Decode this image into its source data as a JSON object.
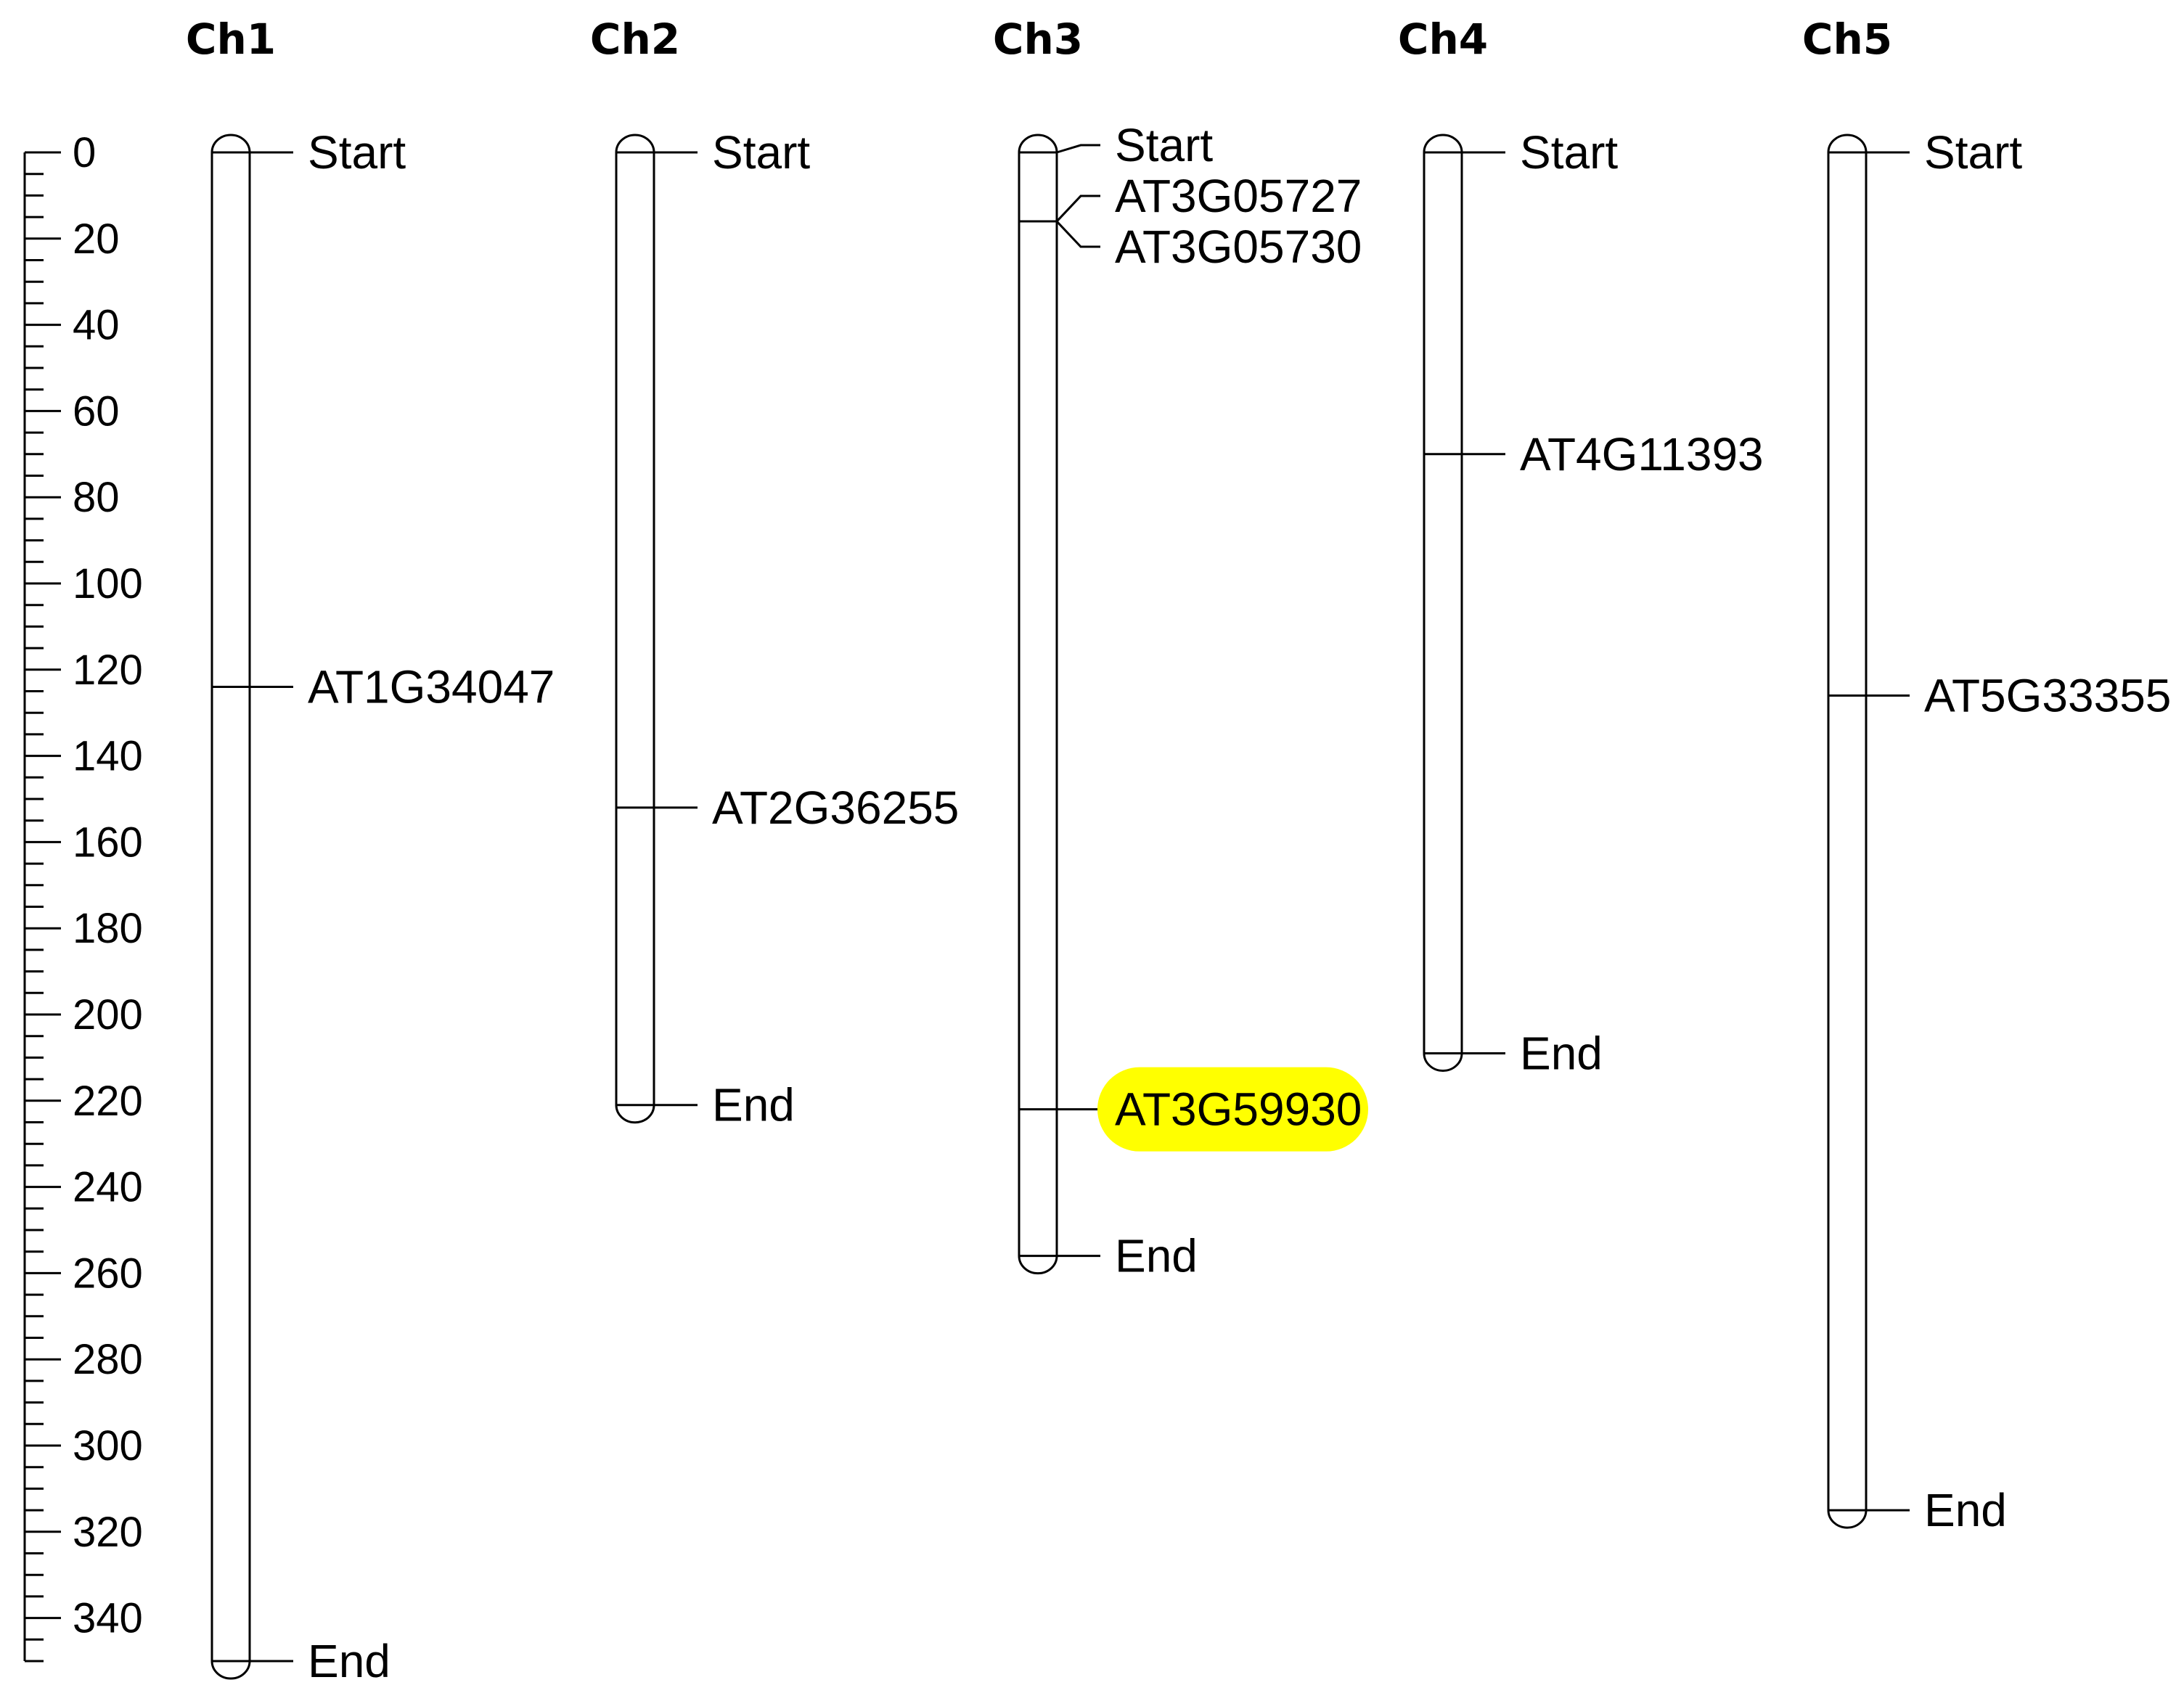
{
  "scale": {
    "unit_ticks": [
      0,
      20,
      40,
      60,
      80,
      100,
      120,
      140,
      160,
      180,
      200,
      220,
      240,
      260,
      280,
      300,
      320,
      340
    ],
    "minor_step": 5,
    "max": 350
  },
  "highlight_color": "#ffff00",
  "chromosomes": [
    {
      "id": "ch1",
      "title": "Ch1",
      "length": 350,
      "markers": [
        {
          "label": "Start",
          "position": 0
        },
        {
          "label": "AT1G34047",
          "position": 124
        },
        {
          "label": "End",
          "position": 350
        }
      ]
    },
    {
      "id": "ch2",
      "title": "Ch2",
      "length": 221,
      "markers": [
        {
          "label": "Start",
          "position": 0
        },
        {
          "label": "AT2G36255",
          "position": 152
        },
        {
          "label": "End",
          "position": 221
        }
      ]
    },
    {
      "id": "ch3",
      "title": "Ch3",
      "length": 256,
      "markers": [
        {
          "label": "Start",
          "position": 0
        },
        {
          "label": "AT3G05727",
          "position": 16
        },
        {
          "label": "AT3G05730",
          "position": 16
        },
        {
          "label": "AT3G59930",
          "position": 222,
          "highlighted": true
        },
        {
          "label": "End",
          "position": 256
        }
      ]
    },
    {
      "id": "ch4",
      "title": "Ch4",
      "length": 209,
      "markers": [
        {
          "label": "Start",
          "position": 0
        },
        {
          "label": "AT4G11393",
          "position": 70
        },
        {
          "label": "End",
          "position": 209
        }
      ]
    },
    {
      "id": "ch5",
      "title": "Ch5",
      "length": 315,
      "markers": [
        {
          "label": "Start",
          "position": 0
        },
        {
          "label": "AT5G33355",
          "position": 126
        },
        {
          "label": "End",
          "position": 315
        }
      ]
    }
  ]
}
